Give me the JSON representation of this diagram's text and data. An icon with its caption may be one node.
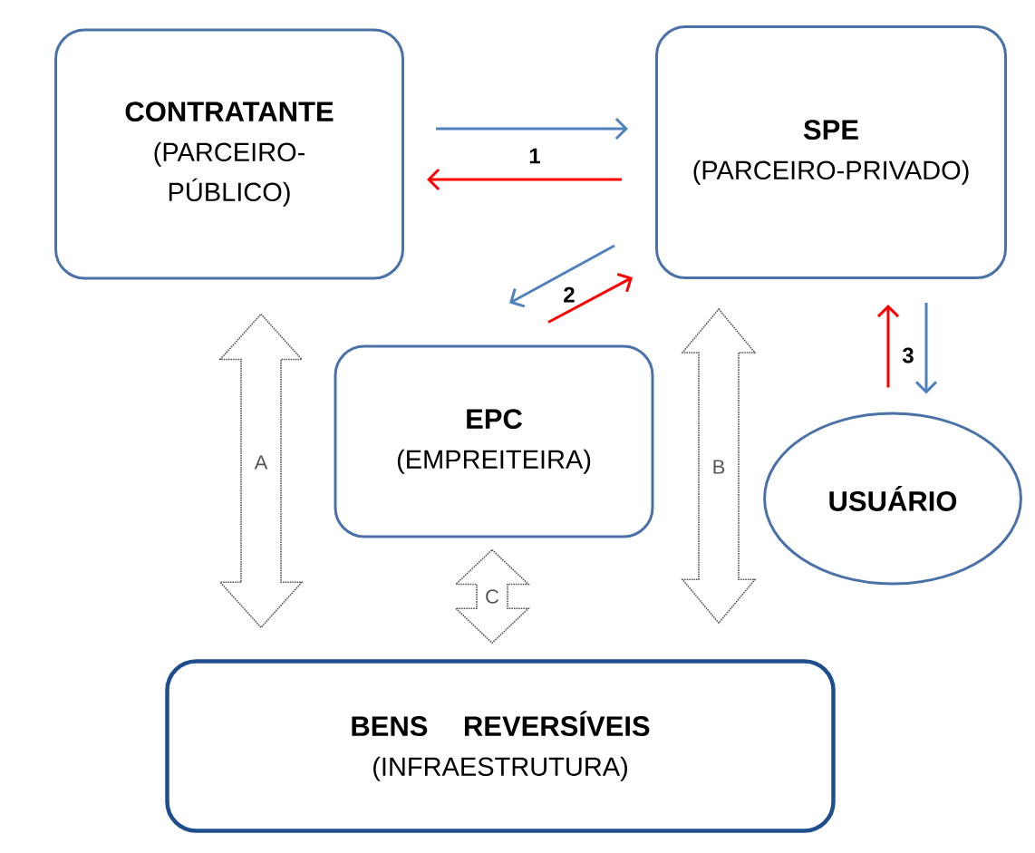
{
  "diagram": {
    "nodes": [
      {
        "text": [
          "CONTRATANTE",
          "(PARCEIRO-PÚBLICO)"
        ]
      },
      {
        "text": [
          "SPE",
          "(PARCEIRO-PRIVADO)"
        ]
      },
      {
        "text": [
          "EPC",
          "(EMPREITEIRA)"
        ]
      },
      {
        "text": [
          "USUÁRIO"
        ]
      },
      {
        "text": [
          "BENS REVERSÍVEIS",
          "(INFRAESTRUTURA)"
        ]
      }
    ],
    "edges": [
      {
        "from": 0,
        "to": 1,
        "arrow": "to",
        "color": "#4f81bd"
      },
      {
        "from": 1,
        "to": 0,
        "arrow": "to",
        "label": "1",
        "color": "#ff0000"
      },
      {
        "from": 1,
        "to": 2,
        "arrow": "to",
        "color": "#4f81bd"
      },
      {
        "from": 2,
        "to": 1,
        "arrow": "to",
        "label": "2",
        "color": "#ff0000"
      },
      {
        "from": 3,
        "to": 1,
        "arrow": "to",
        "label": "3",
        "color": "#ff0000"
      },
      {
        "from": 1,
        "to": 3,
        "arrow": "to",
        "color": "#4f81bd"
      },
      {
        "from": 0,
        "to": 4,
        "arrow": "both",
        "label": "A",
        "style": "dashed",
        "color": "#555555"
      },
      {
        "from": 2,
        "to": 4,
        "arrow": "both",
        "label": "C",
        "style": "dashed",
        "color": "#555555"
      },
      {
        "from": 1,
        "to": 4,
        "arrow": "both",
        "label": "B",
        "style": "dashed",
        "color": "#555555"
      }
    ]
  }
}
